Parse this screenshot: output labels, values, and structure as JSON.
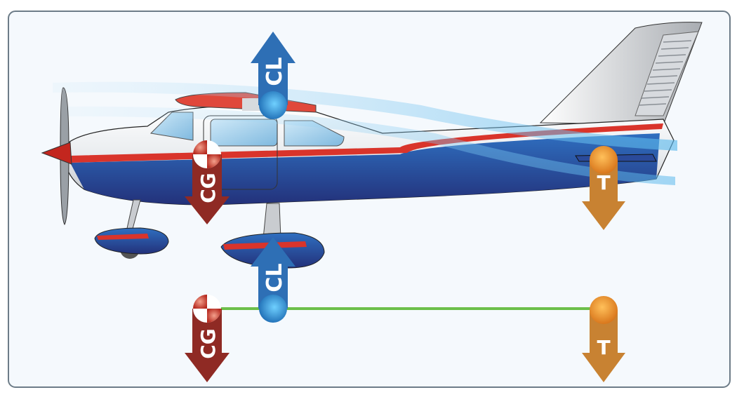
{
  "diagram": {
    "labels": {
      "lift": "CL",
      "center_of_gravity": "CG",
      "tail": "T"
    },
    "colors": {
      "lift_arrow": "#2e6fb5",
      "cg_arrow": "#8f2a24",
      "tail_arrow": "#c88232",
      "beam": "#6cbf4a",
      "frame": "#6d7c88",
      "background": "#f5f9fd"
    },
    "icons": [
      "airplane-illustration",
      "cg-symbol",
      "lift-ball",
      "tail-ball"
    ]
  }
}
